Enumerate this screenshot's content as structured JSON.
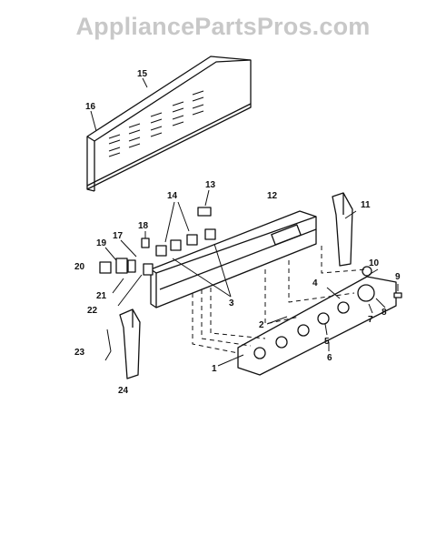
{
  "watermark": "AppliancePartsPros.com",
  "callouts": [
    {
      "id": "c1",
      "text": "1"
    },
    {
      "id": "c2",
      "text": "2"
    },
    {
      "id": "c3",
      "text": "3"
    },
    {
      "id": "c4",
      "text": "4"
    },
    {
      "id": "c5",
      "text": "5"
    },
    {
      "id": "c6",
      "text": "6"
    },
    {
      "id": "c7",
      "text": "7"
    },
    {
      "id": "c8",
      "text": "8"
    },
    {
      "id": "c9",
      "text": "9"
    },
    {
      "id": "c10",
      "text": "10"
    },
    {
      "id": "c11",
      "text": "11"
    },
    {
      "id": "c12",
      "text": "12"
    },
    {
      "id": "c13",
      "text": "13"
    },
    {
      "id": "c14",
      "text": "14"
    },
    {
      "id": "c15",
      "text": "15"
    },
    {
      "id": "c16",
      "text": "16"
    },
    {
      "id": "c17",
      "text": "17"
    },
    {
      "id": "c18",
      "text": "18"
    },
    {
      "id": "c19",
      "text": "19"
    },
    {
      "id": "c20",
      "text": "20"
    },
    {
      "id": "c21",
      "text": "21"
    },
    {
      "id": "c22",
      "text": "22"
    },
    {
      "id": "c23",
      "text": "23"
    },
    {
      "id": "c24",
      "text": "24"
    }
  ]
}
